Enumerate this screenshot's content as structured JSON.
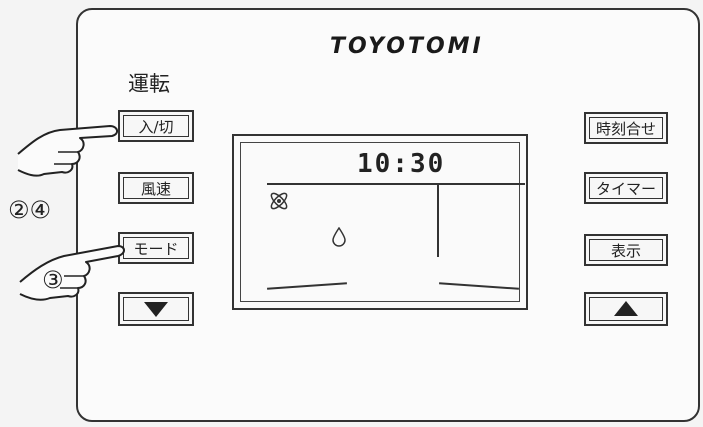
{
  "brand": {
    "name": "TOYOTOMI"
  },
  "labels": {
    "operation": "運転"
  },
  "left_buttons": {
    "power": "入/切",
    "fan_speed": "風速",
    "mode": "モード",
    "down_icon": "triangle-down"
  },
  "right_buttons": {
    "clock_set": "時刻合せ",
    "timer": "タイマー",
    "display": "表示",
    "up_icon": "triangle-up"
  },
  "lcd": {
    "time": "10:30",
    "icons": [
      "fan-icon",
      "water-drop-icon"
    ]
  },
  "steps": {
    "upper": "②④",
    "lower": "③"
  }
}
